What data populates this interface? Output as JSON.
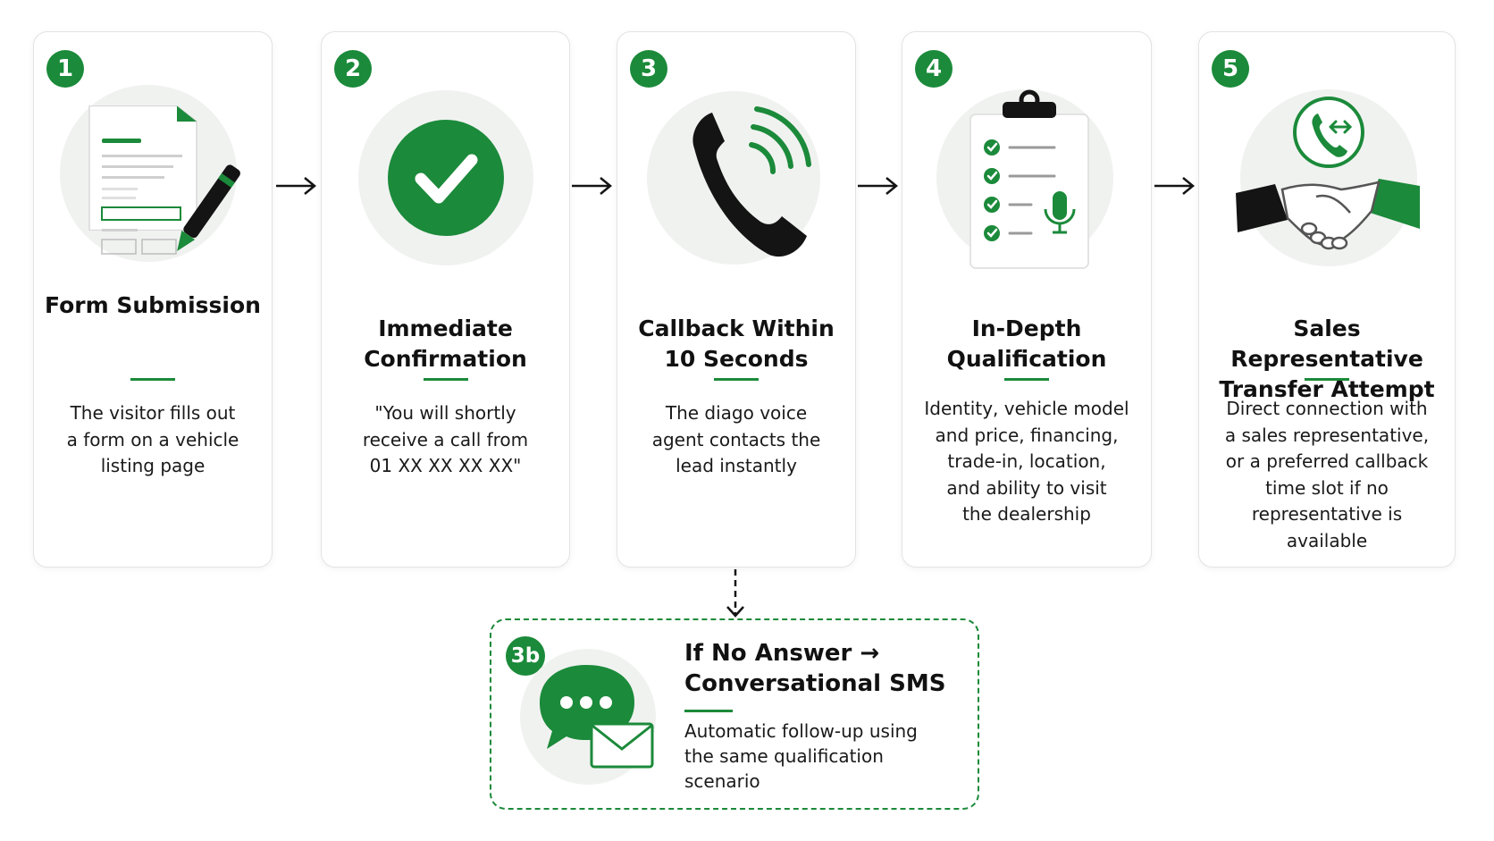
{
  "colors": {
    "green": "#1b8a3a",
    "icon_bg": "#f0f2f0",
    "dark": "#141414"
  },
  "steps": [
    {
      "number": "1",
      "icon": "form-pen-icon",
      "title_lines": [
        "Form Submission"
      ],
      "description_lines": [
        "The visitor fills out",
        "a form on a vehicle",
        "listing page"
      ]
    },
    {
      "number": "2",
      "icon": "checkmark-icon",
      "title_lines": [
        "Immediate",
        "Confirmation"
      ],
      "description_lines": [
        "\"You will shortly",
        "receive a call from",
        "01 XX XX XX XX\""
      ]
    },
    {
      "number": "3",
      "icon": "phone-ringing-icon",
      "title_lines": [
        "Callback Within",
        "10 Seconds"
      ],
      "description_lines": [
        "The diago voice",
        "agent contacts the",
        "lead instantly"
      ]
    },
    {
      "number": "4",
      "icon": "clipboard-microphone-icon",
      "title_lines": [
        "In-Depth",
        "Qualification"
      ],
      "description_lines": [
        "Identity, vehicle model",
        "and price, financing,",
        "trade-in, location,",
        "and ability to visit",
        "the dealership"
      ]
    },
    {
      "number": "5",
      "icon": "handshake-phone-transfer-icon",
      "title_lines": [
        "Sales Representative",
        "Transfer Attempt"
      ],
      "description_lines": [
        "Direct connection with",
        "a sales representative,",
        "or a preferred callback",
        "time slot if no",
        "representative is",
        "available"
      ]
    }
  ],
  "fallback": {
    "number": "3b",
    "icon": "chat-bubble-envelope-icon",
    "title_lines": [
      "If No Answer →",
      "Conversational SMS"
    ],
    "description_lines": [
      "Automatic follow-up using",
      "the same qualification",
      "scenario"
    ]
  }
}
